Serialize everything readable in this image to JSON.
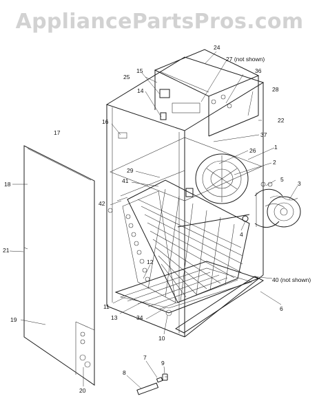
{
  "watermark": "AppliancePartsPros.com",
  "callouts": {
    "c1": "1",
    "c2": "2",
    "c3": "3",
    "c4": "4",
    "c5": "5",
    "c6": "6",
    "c7": "7",
    "c8": "8",
    "c9": "9",
    "c10": "10",
    "c11": "11",
    "c12": "12",
    "c13": "13",
    "c14": "14",
    "c15": "15",
    "c16": "16",
    "c17": "17",
    "c18": "18",
    "c19": "19",
    "c20": "20",
    "c21": "21",
    "c22": "22",
    "c24": "24",
    "c25": "25",
    "c26": "26",
    "c27": "27 (not shown)",
    "c28": "28",
    "c29": "29",
    "c34": "34",
    "c36": "36",
    "c37": "37",
    "c40": "40 (not shown)",
    "c41": "41",
    "c42": "42"
  }
}
